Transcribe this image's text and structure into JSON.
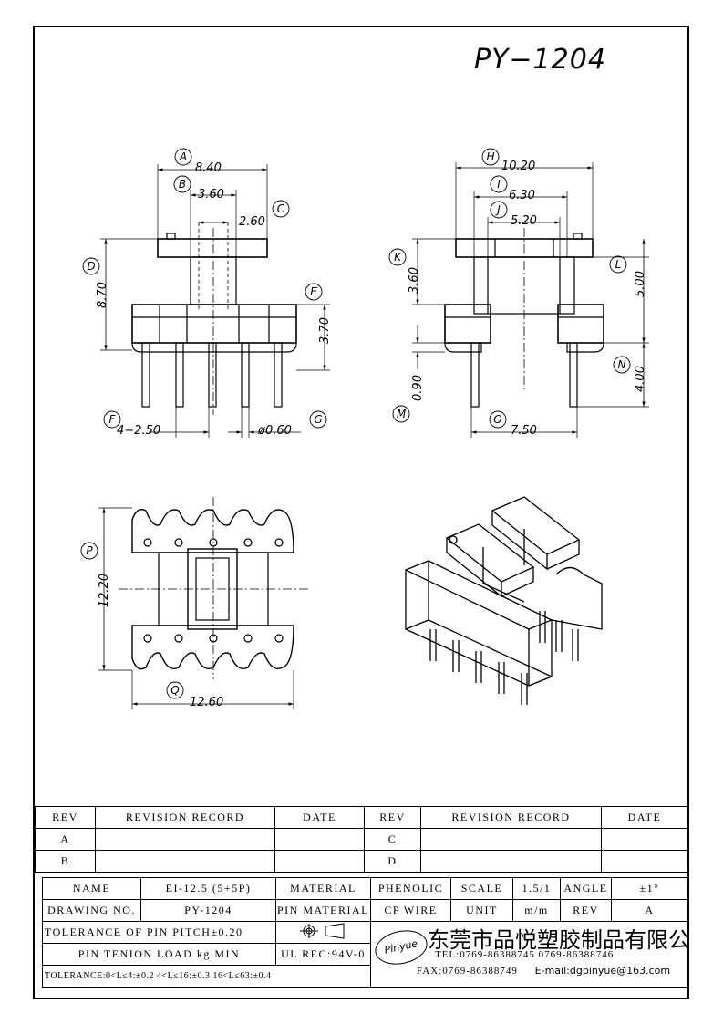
{
  "title": "PY−1204",
  "dims": {
    "A": "8.40",
    "B": "3.60",
    "C": "2.60",
    "D": "8.70",
    "E": "3.70",
    "F": "4−2.50",
    "G": "ø0.60",
    "H": "10.20",
    "I": "6.30",
    "J": "5.20",
    "K": "3.60",
    "L": "5.00",
    "M": "0.90",
    "N": "4.00",
    "O": "7.50",
    "P": "12.20",
    "Q": "12.60"
  },
  "letters": [
    "A",
    "B",
    "C",
    "D",
    "E",
    "F",
    "G",
    "H",
    "I",
    "J",
    "K",
    "L",
    "M",
    "N",
    "O",
    "P",
    "Q"
  ],
  "revision_table": {
    "headers": [
      "REV",
      "REVISION RECORD",
      "DATE",
      "REV",
      "REVISION RECORD",
      "DATE"
    ],
    "rows": [
      [
        "A",
        "",
        "",
        "C",
        "",
        ""
      ],
      [
        "B",
        "",
        "",
        "D",
        "",
        ""
      ]
    ]
  },
  "spec": {
    "name_label": "NAME",
    "name_value": "EI-12.5 (5+5P)",
    "material_label": "MATERIAL",
    "material_value": "PHENOLIC",
    "scale_label": "SCALE",
    "scale_value": "1.5/1",
    "angle_label": "ANGLE",
    "angle_value": "±1°",
    "drawing_no_label": "DRAWING NO.",
    "drawing_no_value": "PY-1204",
    "pin_material_label": "PIN MATERIAL",
    "pin_material_value": "CP WIRE",
    "unit_label": "UNIT",
    "unit_value": "m/m",
    "rev_label": "REV",
    "rev_value": "A",
    "tolerance_pitch": "TOLERANCE OF PIN PITCH±0.20",
    "pin_tension": "PIN TENION LOAD    kg MIN",
    "ul_rec": "UL REC:94V-0",
    "tolerance_bottom": "TOLERANCE:0<L≤4:±0.2  4<L≤16:±0.3  16<L≤63:±0.4"
  },
  "company": {
    "logo_text": "Pinyue",
    "name_cn": "东莞市品悦塑胶制品有限公司",
    "tel": "TEL:0769-86388745      0769-86388746",
    "fax": "FAX:0769-86388749",
    "email": "E-mail:dgpinyue@163.com"
  }
}
